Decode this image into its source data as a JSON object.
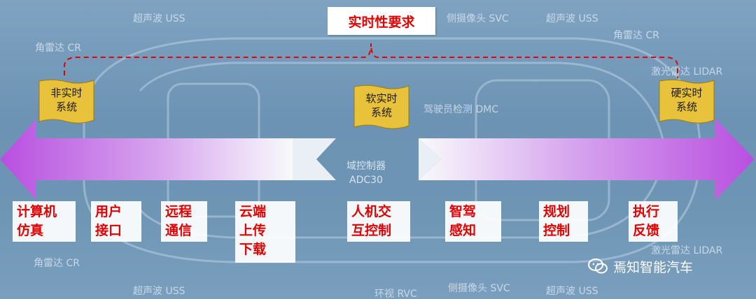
{
  "title": "实时性要求",
  "levels": [
    {
      "line1": "非实时",
      "line2": "系统"
    },
    {
      "line1": "软实时",
      "line2": "系统"
    },
    {
      "line1": "硬实时",
      "line2": "系统"
    }
  ],
  "categories": [
    {
      "lines": [
        "计算机",
        "仿真"
      ]
    },
    {
      "lines": [
        "用户",
        "接口"
      ]
    },
    {
      "lines": [
        "远程",
        "通信"
      ]
    },
    {
      "lines": [
        "云端",
        "上传",
        "下载"
      ]
    },
    {
      "lines": [
        "人机交",
        "互控制"
      ]
    },
    {
      "lines": [
        "智驾",
        "感知"
      ]
    },
    {
      "lines": [
        "规划",
        "控制"
      ]
    },
    {
      "lines": [
        "执行",
        "反馈"
      ]
    }
  ],
  "background": {
    "labels": [
      "超声波 USS",
      "侧摄像头 SVC",
      "超声波 USS",
      "角雷达 CR",
      "角雷达 CR",
      "激光雷达 LIDAR",
      "驾驶员检测 DMC",
      "角雷达 CR",
      "超声波 USS",
      "环视 RVC",
      "侧摄像头 SVC",
      "超声波 USS",
      "激光雷达 LIDAR"
    ],
    "center_line1": "域控制器",
    "center_line2": "ADC30"
  },
  "watermark": "焉知智能汽车",
  "colors": {
    "title_text": "#e00000",
    "label_text": "#e00000",
    "dashed_line": "#e00000",
    "arrow_left": "#b84fe0",
    "flag_gold": "#e9c23c"
  }
}
